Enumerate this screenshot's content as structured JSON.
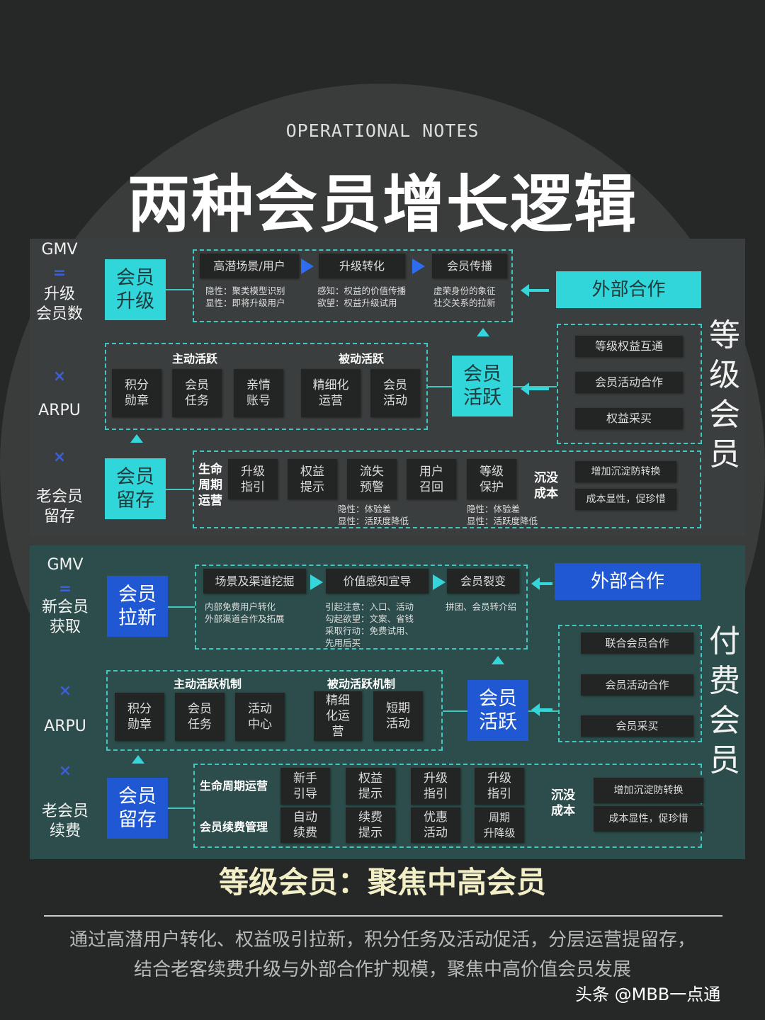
{
  "header": {
    "subtitle": "OPERATIONAL NOTES",
    "title": "两种会员增长逻辑"
  },
  "tier": {
    "side_label": "等\n级\n会\n员",
    "formula": {
      "gmv": "GMV",
      "eq": "=",
      "term1": "升级\n会员数",
      "x1": "×",
      "term2": "ARPU",
      "x2": "×",
      "term3": "老会员\n留存"
    },
    "main": {
      "upgrade": "会员\n升级",
      "active": "会员\n活跃",
      "retain": "会员\n留存"
    },
    "flow": [
      {
        "label": "高潜场景/用户",
        "notes": "隐性：聚类模型识别\n显性：即将升级用户"
      },
      {
        "label": "升级转化",
        "notes": "感知：权益的价值传播\n欲望：权益升级试用"
      },
      {
        "label": "会员传播",
        "notes": "虚荣身份的象征\n社交关系的拉新"
      }
    ],
    "external": "外部合作",
    "partners": [
      "等级权益互通",
      "会员活动合作",
      "权益采买"
    ],
    "active": {
      "active_title": "主动活跃",
      "active_items": [
        "积分\n勋章",
        "会员\n任务",
        "亲情\n账号"
      ],
      "passive_title": "被动活跃",
      "passive_items": [
        "精细化\n运营",
        "会员\n活动"
      ]
    },
    "lifecycle": {
      "title": "生命\n周期\n运营",
      "items": [
        "升级\n指引",
        "权益\n提示",
        "流失\n预警",
        "用户\n召回",
        "等级\n保护"
      ],
      "note1": "隐性：体验差\n显性：活跃度降低",
      "note2": "隐性：体验差\n显性：活跃度降低"
    },
    "sunk": {
      "title": "沉没\n成本",
      "items": [
        "增加沉淀防转换",
        "成本显性，促珍惜"
      ]
    }
  },
  "paid": {
    "side_label": "付\n费\n会\n员",
    "formula": {
      "gmv": "GMV",
      "eq": "=",
      "term1": "新会员\n获取",
      "x1": "×",
      "term2": "ARPU",
      "x2": "×",
      "term3": "老会员\n续费"
    },
    "main": {
      "acquire": "会员\n拉新",
      "active": "会员\n活跃",
      "retain": "会员\n留存"
    },
    "flow": [
      {
        "label": "场景及渠道挖掘",
        "notes": "内部免费用户转化\n外部渠道合作及拓展"
      },
      {
        "label": "价值感知宣导",
        "notes": "引起注意：入口、活动\n勾起欲望：文案、省钱\n采取行动：免费试用、\n先用后买"
      },
      {
        "label": "会员裂变",
        "notes": "拼团、会员转介绍"
      }
    ],
    "external": "外部合作",
    "partners": [
      "联合会员合作",
      "会员活动合作",
      "会员采买"
    ],
    "active": {
      "active_title": "主动活跃机制",
      "active_items": [
        "积分\n勋章",
        "会员\n任务",
        "活动\n中心"
      ],
      "passive_title": "被动活跃机制",
      "passive_items": [
        "精细\n化运\n营",
        "短期\n活动"
      ]
    },
    "lifecycle": {
      "row1_title": "生命周期运营",
      "row1_items": [
        "新手\n引导",
        "权益\n提示",
        "升级\n指引",
        "升级\n指引"
      ],
      "row2_title": "会员续费管理",
      "row2_items": [
        "自动\n续费",
        "续费\n提示",
        "优惠\n活动",
        "周期\n升降级"
      ]
    },
    "sunk": {
      "title": "沉没\n成本",
      "items": [
        "增加沉淀防转换",
        "成本显性，促珍惜"
      ]
    }
  },
  "footer": {
    "heading": "等级会员：聚焦中高会员",
    "line1": "通过高潜用户转化、权益吸引拉新，积分任务及活动促活，分层运营提留存，",
    "line2": "结合老客续费升级与外部合作扩规模，聚焦中高价值会员发展",
    "watermark": "头条 @MBB一点通"
  },
  "colors": {
    "cyan": "#30d6da",
    "blue": "#1f58d2",
    "dash": "#3fc7c0",
    "heading": "#f2eec6"
  }
}
